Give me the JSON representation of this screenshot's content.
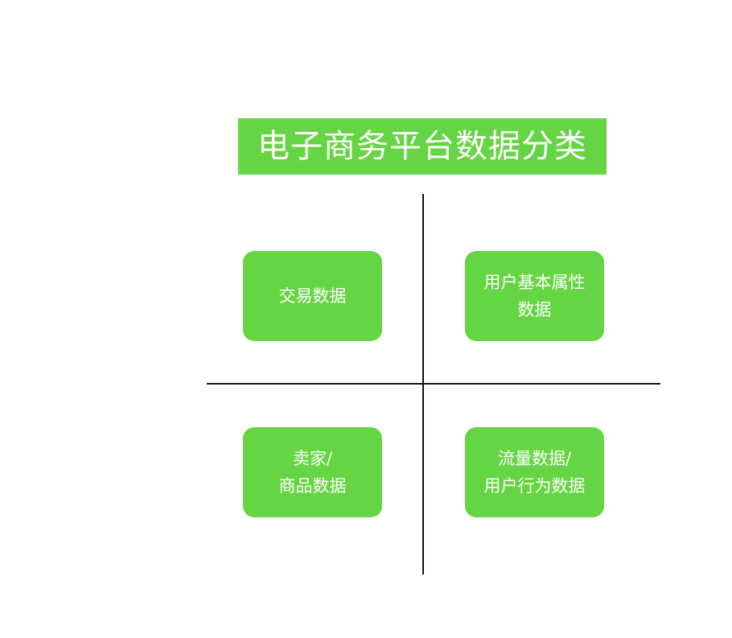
{
  "title": "电子商务平台数据分类",
  "colors": {
    "accent": "#66d544",
    "text_on_accent": "#ffffff",
    "axis": "#111111",
    "background": "#ffffff"
  },
  "quadrants": {
    "top_left": {
      "lines": [
        "交易数据"
      ]
    },
    "top_right": {
      "lines": [
        "用户基本属性",
        "数据"
      ]
    },
    "bottom_left": {
      "lines": [
        "卖家/",
        "商品数据"
      ]
    },
    "bottom_right": {
      "lines": [
        "流量数据/",
        "用户行为数据"
      ]
    }
  }
}
